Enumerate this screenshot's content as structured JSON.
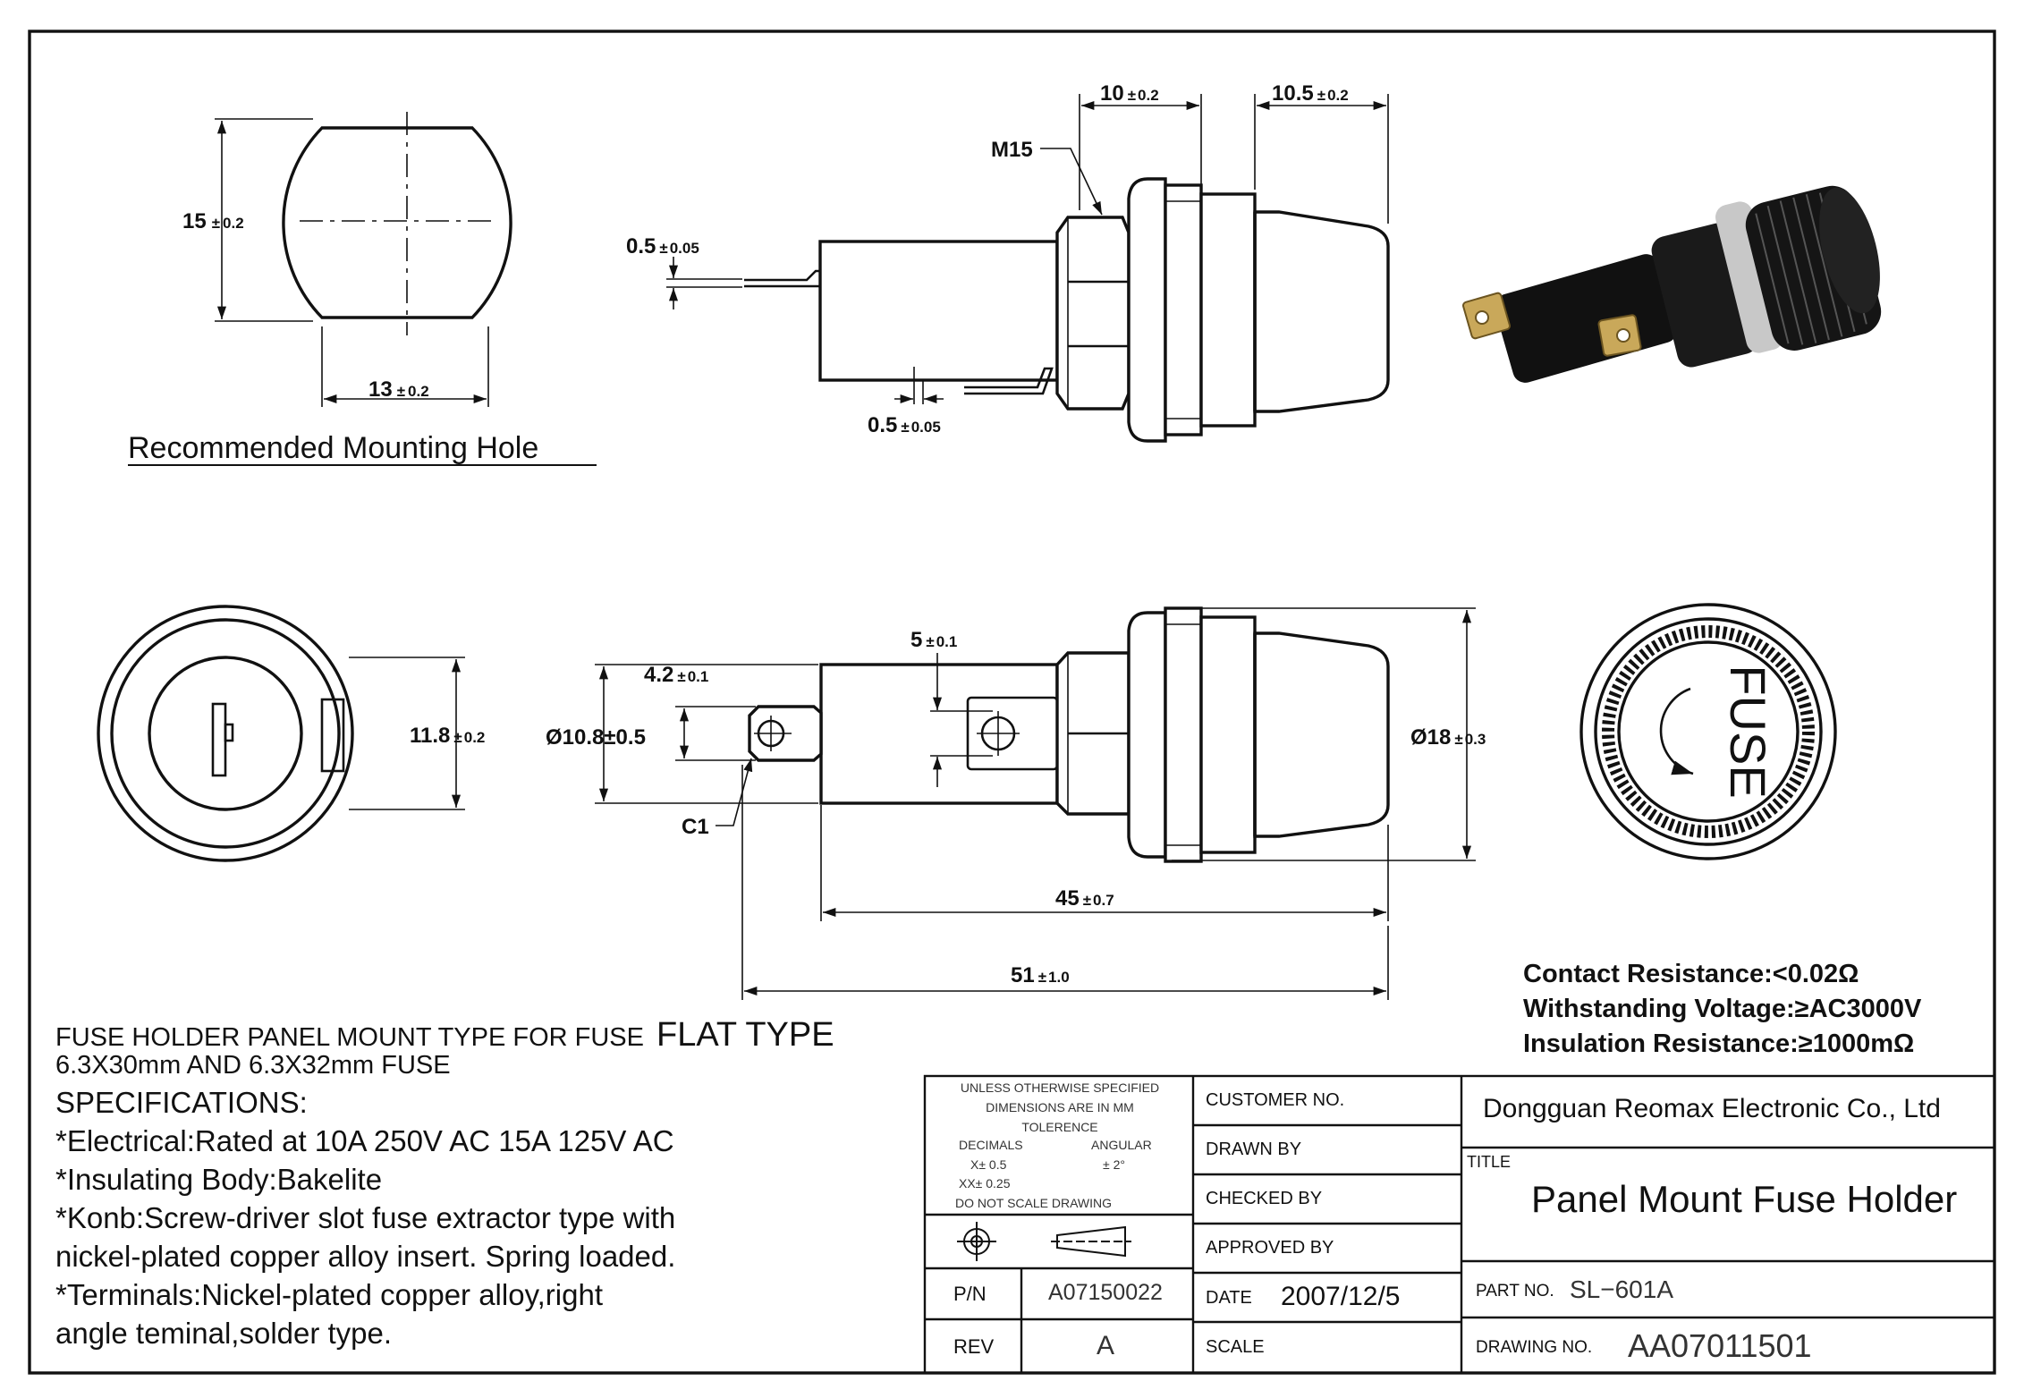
{
  "mounting": {
    "title": "Recommended Mounting Hole",
    "height_dim": "15",
    "height_tol": "0.2",
    "width_dim": "13",
    "width_tol": "0.2"
  },
  "side_view": {
    "thread": "M15",
    "knob_len": "10",
    "knob_len_tol": "0.2",
    "cap_len": "10.5",
    "cap_len_tol": "0.2",
    "term_top": "0.5",
    "term_top_tol": "0.05",
    "term_bot": "0.5",
    "term_bot_tol": "0.05"
  },
  "front_view": {
    "width_dim": "11.8",
    "width_tol": "0.2",
    "dia_body": "Ø10.8±0.5",
    "term_w": "4.2",
    "term_w_tol": "0.1",
    "hole": "5",
    "hole_tol": "0.1",
    "chamfer": "C1",
    "dia_cap": "Ø18",
    "dia_cap_tol": "0.3",
    "len_45": "45",
    "len_45_tol": "0.7",
    "len_51": "51",
    "len_51_tol": "1.0",
    "cap_text": "FUSE"
  },
  "ratings": [
    "Contact Resistance:<0.02Ω",
    "Withstanding Voltage:≥AC3000V",
    "Insulation Resistance:≥1000mΩ"
  ],
  "spec": {
    "line1": "FUSE HOLDER PANEL MOUNT TYPE FOR FUSE",
    "flat": "FLAT TYPE",
    "line2": "6.3X30mm AND 6.3X32mm FUSE",
    "heading": "SPECIFICATIONS:",
    "items": [
      "*Electrical:Rated at 10A 250V AC 15A 125V AC",
      "*Insulating Body:Bakelite",
      "*Konb:Screw-driver slot fuse extractor type with",
      "nickel-plated copper alloy insert. Spring loaded.",
      "*Terminals:Nickel-plated copper alloy,right",
      "angle teminal,solder type."
    ]
  },
  "title_block": {
    "tolerance_note": [
      "UNLESS OTHERWISE SPECIFIED",
      "DIMENSIONS ARE IN MM",
      "TOLERENCE"
    ],
    "decimals_label": "DECIMALS",
    "angular_label": "ANGULAR",
    "x_tol": "X± 0.5",
    "xx_tol": "XX± 0.25",
    "ang_tol": "±  2°",
    "no_scale": "DO NOT SCALE DRAWING",
    "pn_label": "P/N",
    "pn_value": "A07150022",
    "rev_label": "REV",
    "rev_value": "A",
    "customer_no": "CUSTOMER NO.",
    "drawn_by": "DRAWN BY",
    "checked_by": "CHECKED BY",
    "approved_by": "APPROVED BY",
    "date_label": "DATE",
    "date_value": "2007/12/5",
    "scale_label": "SCALE",
    "company": "Dongguan Reomax Electronic Co., Ltd",
    "title_label": "TITLE",
    "title_value": "Panel Mount Fuse Holder",
    "part_no_label": "PART NO.",
    "part_no_value": "SL−601A",
    "drawing_no_label": "DRAWING NO.",
    "drawing_no_value": "AA07011501"
  }
}
